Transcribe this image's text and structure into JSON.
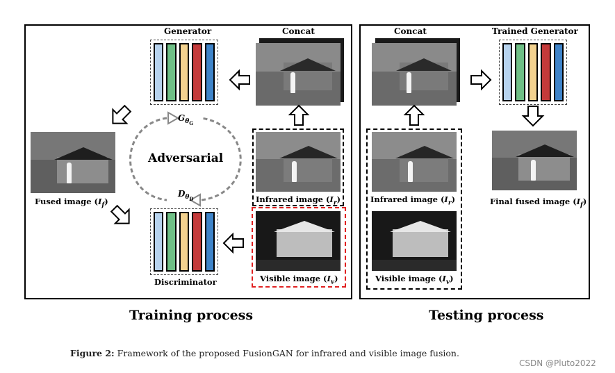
{
  "training": {
    "generator_label": "Generator",
    "concat_label": "Concat",
    "adversarial_label": "Adversarial",
    "g_theta_label": "G",
    "g_theta_sub": "θ",
    "g_theta_subsub": "G",
    "d_theta_label": "D",
    "d_theta_sub": "θ",
    "d_theta_subsub": "D",
    "fused_caption": "Fused image (",
    "fused_var": "I",
    "fused_sub": "f",
    "infrared_caption": "Infrared image (",
    "infrared_var": "I",
    "infrared_sub": "r",
    "visible_caption": "Visible image (",
    "visible_var": "I",
    "visible_sub": "v",
    "discriminator_label": "Discriminator",
    "title": "Training process"
  },
  "testing": {
    "concat_label": "Concat",
    "trained_generator_label": "Trained Generator",
    "infrared_caption": "Infrared image (",
    "infrared_var": "I",
    "infrared_sub": "r",
    "visible_caption": "Visible image (",
    "visible_var": "I",
    "visible_sub": "v",
    "final_caption": "Final fused image (",
    "final_var": "I",
    "final_sub": "f",
    "title": "Testing process"
  },
  "network_colors": [
    "#b7d3ee",
    "#6fbf86",
    "#f3d28f",
    "#c43a3a",
    "#3f84c9"
  ],
  "caption": {
    "label": "Figure 2:",
    "text": " Framework of the proposed FusionGAN for infrared and visible image fusion."
  },
  "watermark": "CSDN @Pluto2022"
}
